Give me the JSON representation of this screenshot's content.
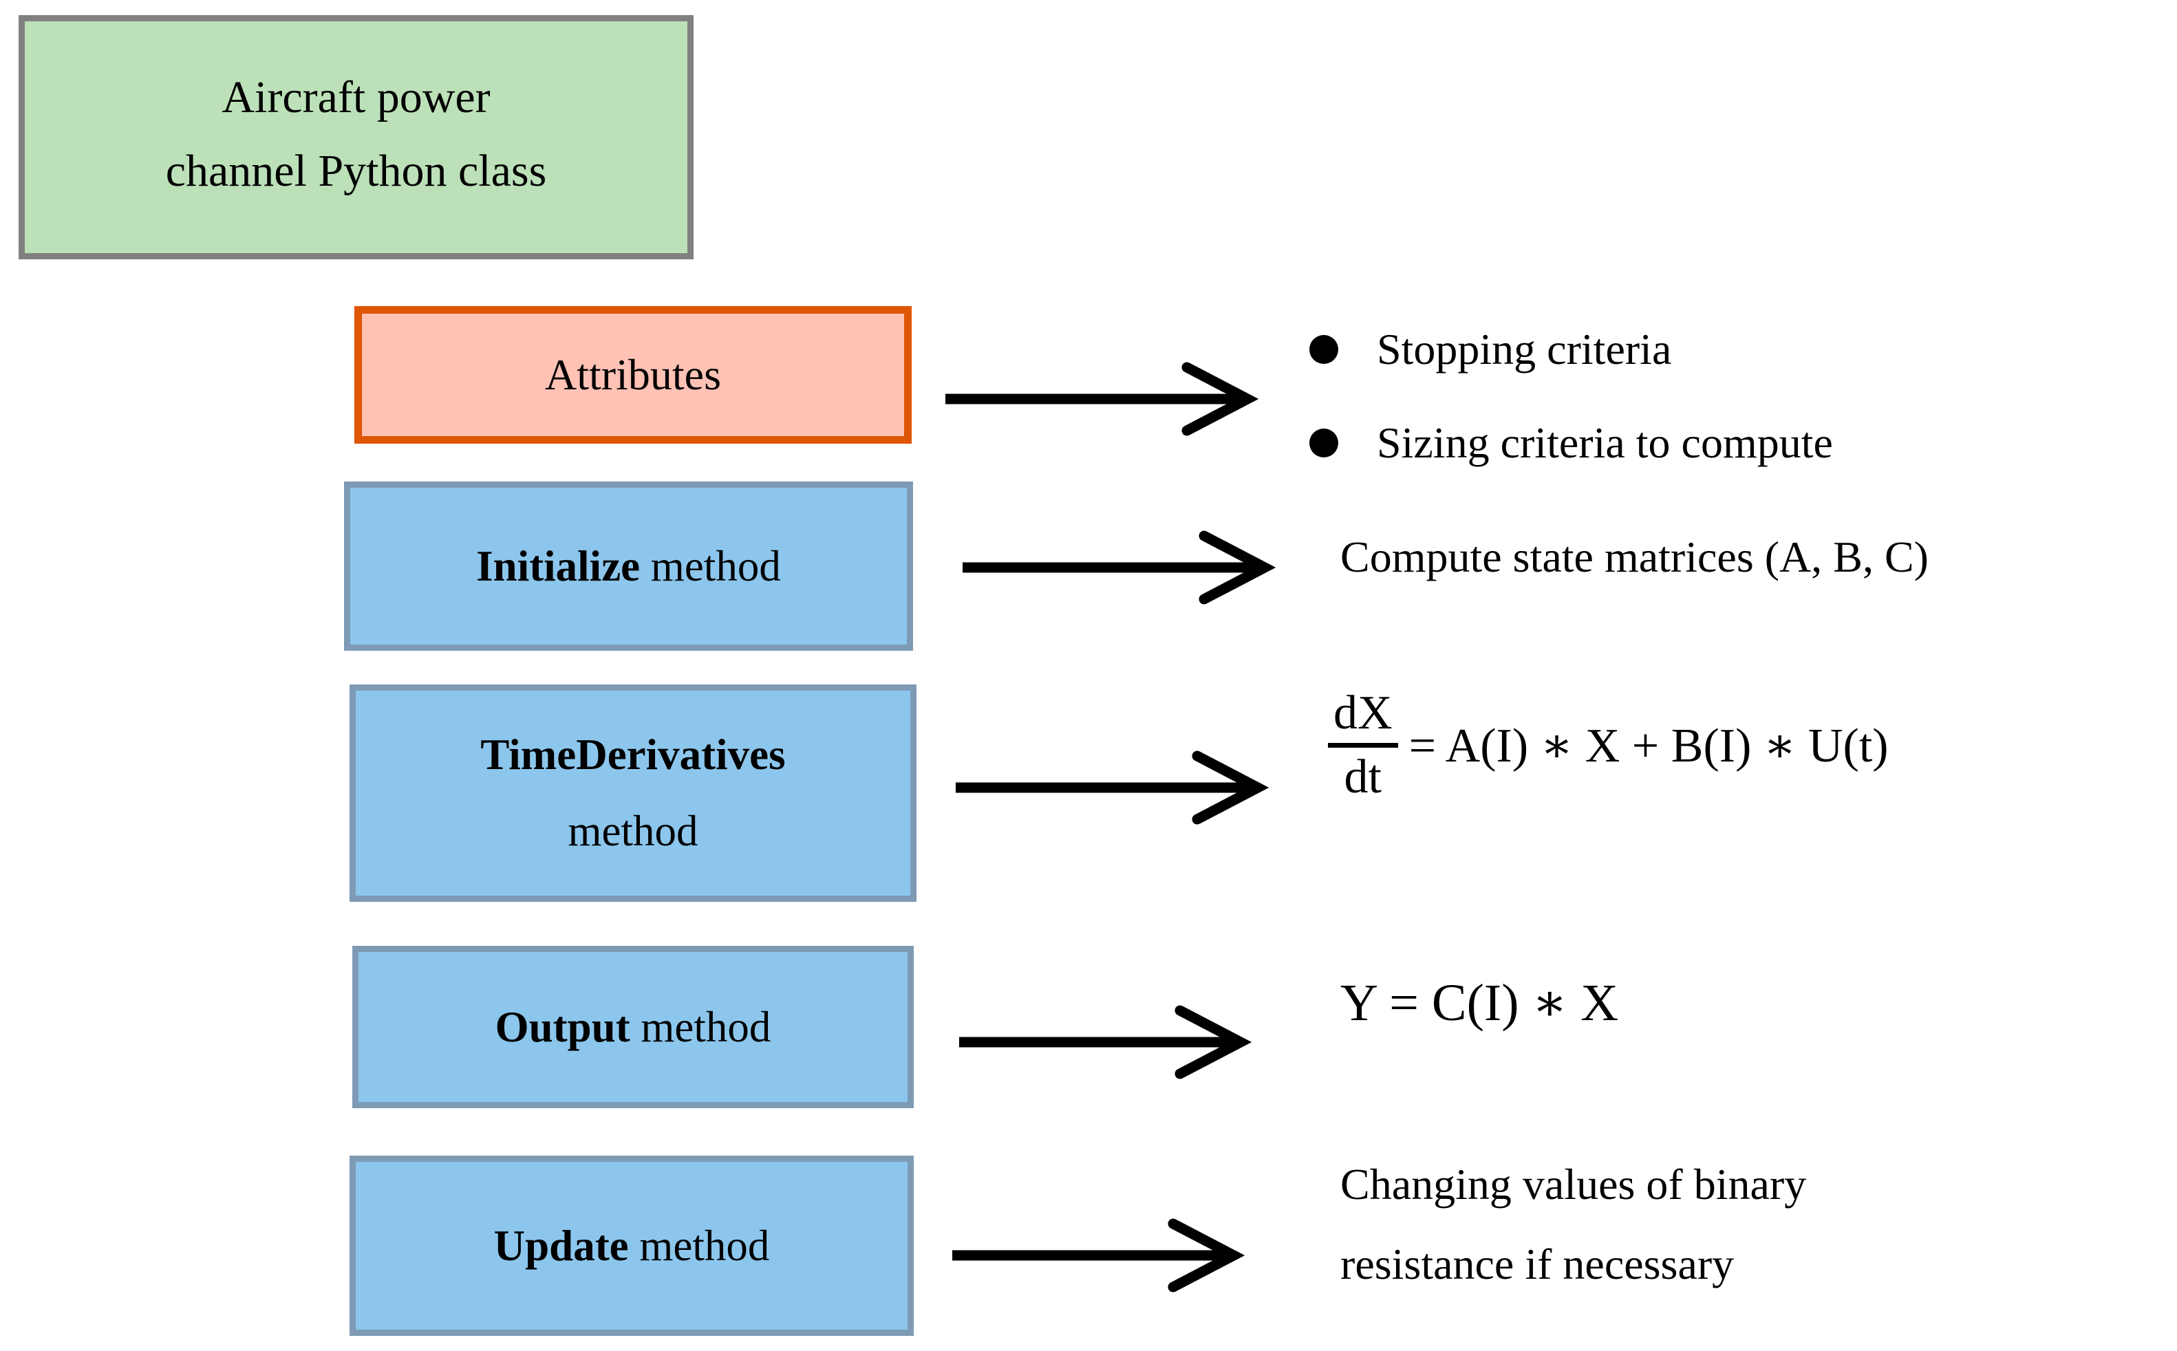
{
  "diagram": {
    "title_box": {
      "lines": [
        "Aircraft power",
        "channel Python class"
      ],
      "fill_color": "#BCE0B8",
      "border_color": "#808080"
    },
    "attributes_box": {
      "label": "Attributes",
      "fill_color": "#FFC2B5",
      "border_color": "#DE5504"
    },
    "method_boxes": [
      {
        "name_bold": "Initialize",
        "name_rest": " method"
      },
      {
        "name_bold": "TimeDerivatives",
        "name_rest": "method"
      },
      {
        "name_bold": "Output",
        "name_rest": " method"
      },
      {
        "name_bold": "Update",
        "name_rest": " method"
      }
    ],
    "method_box_colors": {
      "fill_color": "#8CC6EC",
      "border_color": "#7E9AB5"
    },
    "annotations": {
      "attributes_bullets": [
        "Stopping criteria",
        "Sizing criteria to compute"
      ],
      "initialize_note": "Compute state matrices (A, B, C)",
      "timederivatives_equation": {
        "numerator": "dX",
        "denominator": "dt",
        "right_side": "= A(I) ∗ X  +  B(I) ∗ U(t)"
      },
      "output_equation": "Y =  C(I) ∗ X",
      "update_note_lines": [
        "Changing values of binary",
        "resistance if necessary"
      ]
    },
    "arrow_icon_name": "right-arrow",
    "arrow_color": "#000000"
  }
}
